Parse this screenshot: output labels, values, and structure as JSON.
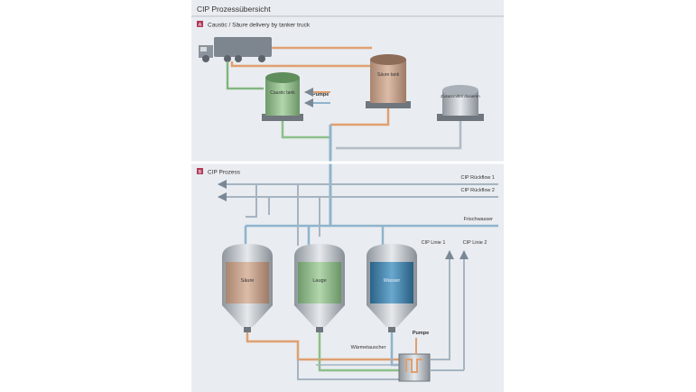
{
  "header": {
    "title": "CIP Prozessübersicht"
  },
  "sections": [
    {
      "badge": "A",
      "title": "Caustic / Säure delivery by tanker truck"
    },
    {
      "badge": "B",
      "title": "CIP Prozess"
    }
  ],
  "tanks": {
    "caustic_top": "Caustic tank",
    "acid_top": "Säure tank",
    "additive": "Zusatzmittel dosieren",
    "acid_vessel": "Säure",
    "caustic_vessel": "Lauge",
    "water_vessel": "Wasser"
  },
  "pumps": {
    "top": "Pumpe",
    "bottom": "Pumpe"
  },
  "flows": {
    "return1": "CIP Rückflow 1",
    "return2": "CIP Rückflow 2",
    "fresh_water": "Frischwasser",
    "supply1": "CIP Linie 1",
    "supply2": "CIP Linie 2",
    "heat_exchanger": "Wärmetauscher"
  },
  "colors": {
    "acid": "#c9a690",
    "caustic": "#8fb98a",
    "water": "#3f7fa8",
    "orange_line": "#e0a070",
    "green_line": "#8cc08a",
    "blue_line": "#8fb4cc",
    "grey_line": "#a6b4c2",
    "badge_a": "#b23a5a",
    "badge_b": "#b23a5a"
  }
}
